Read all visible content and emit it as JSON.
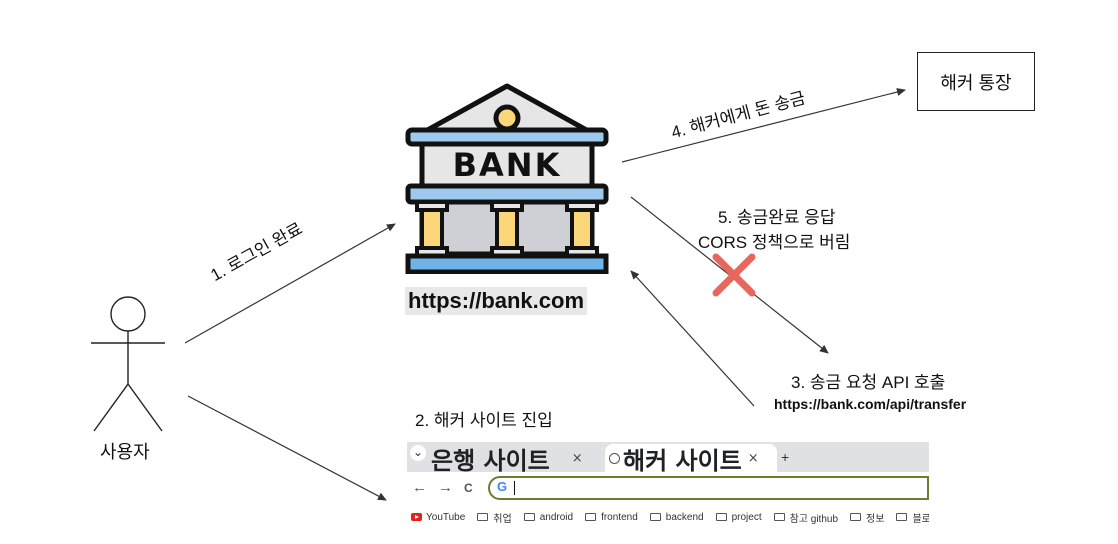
{
  "bank": {
    "sign": "BANK",
    "url": "https://bank.com"
  },
  "hacker_account": "해커 통장",
  "user_label": "사용자",
  "steps": {
    "login": "1. 로그인 완료",
    "visit": "2. 해커 사이트 진입",
    "request": "3. 송금 요청 API 호출",
    "request_url": "https://bank.com/api/transfer",
    "transfer": "4. 해커에게 돈 송금",
    "response_line1": "5. 송금완료 응답",
    "response_line2": "CORS 정책으로 버림"
  },
  "browser": {
    "tabs": [
      {
        "label": "은행 사이트",
        "close": "×"
      },
      {
        "label": "해커 사이트",
        "close": "×"
      }
    ],
    "new_tab": "+",
    "dropdown": "⌄",
    "back": "←",
    "forward": "→",
    "reload": "C",
    "omnibox_value": "",
    "bookmarks": [
      "YouTube",
      "취업",
      "android",
      "frontend",
      "backend",
      "project",
      "참고 github",
      "정보",
      "블로"
    ]
  },
  "colors": {
    "reject_x": "#e8675c",
    "arrow": "#333333",
    "bank_roof": "#e6e6e6",
    "bank_blue": "#9ec9ee",
    "bank_pillar": "#fbd77a",
    "bank_base": "#6fb4e8"
  }
}
